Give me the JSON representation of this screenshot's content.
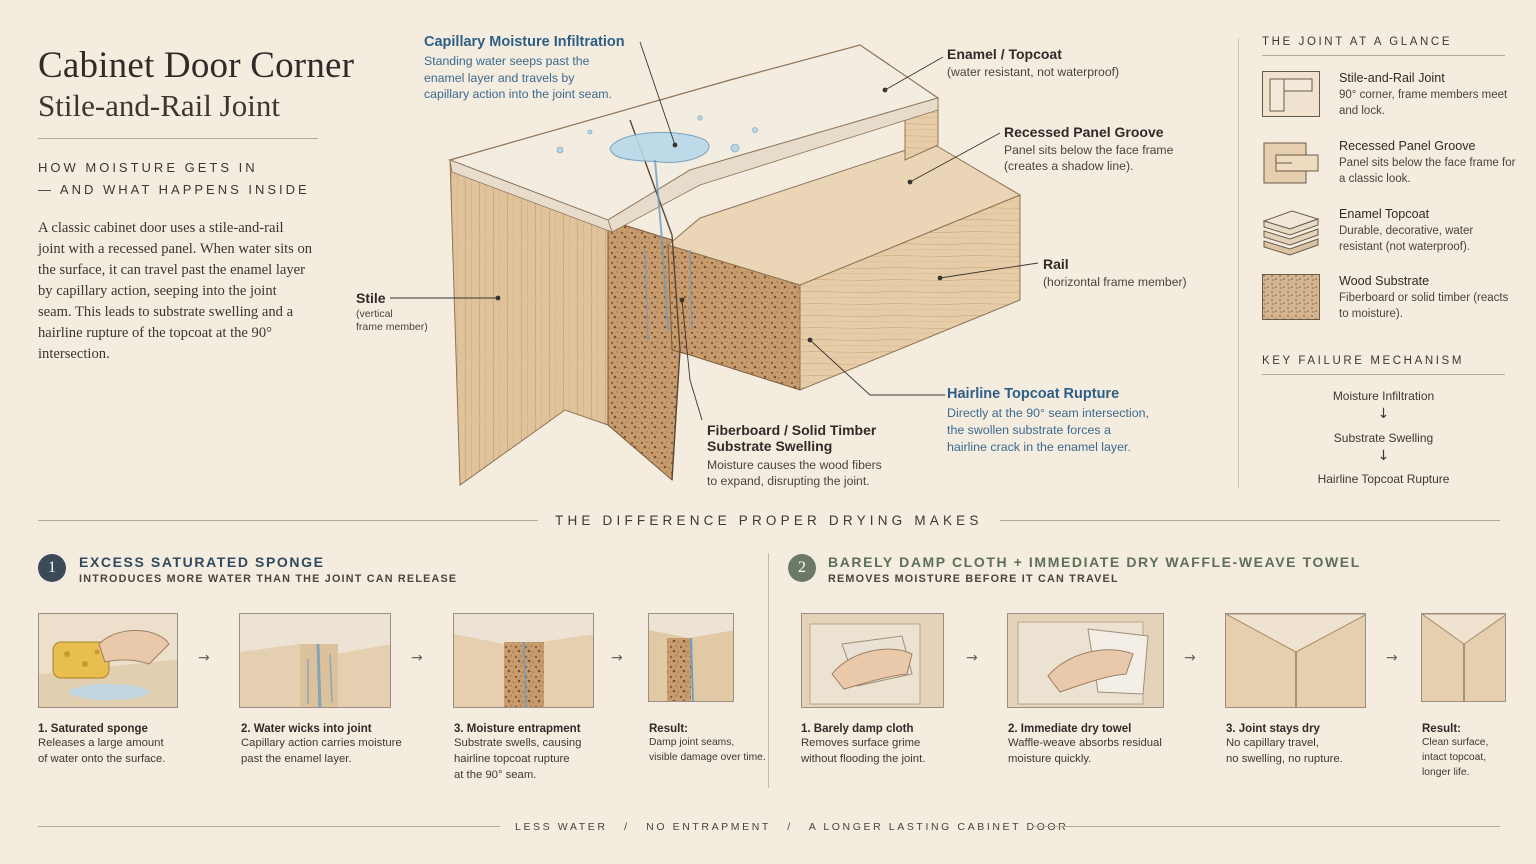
{
  "title": {
    "main": "Cabinet Door Corner",
    "sub": "Stile-and-Rail Joint"
  },
  "kicker": {
    "line1": "HOW MOISTURE GETS IN",
    "line2": "— AND WHAT HAPPENS INSIDE"
  },
  "intro": "A classic cabinet door uses a stile-and-rail joint with a recessed panel. When water sits on the surface, it can travel past the enamel layer by capillary action, seeping into the joint seam. This leads to substrate swelling and a hairline rupture of the topcoat at the 90° intersection.",
  "callouts": {
    "capillary": {
      "title": "Capillary Moisture Infiltration",
      "body": [
        "Standing water seeps past the",
        "enamel layer and travels by",
        "capillary action into the joint seam."
      ]
    },
    "enamel": {
      "title": "Enamel / Topcoat",
      "body": [
        "(water resistant, not waterproof)"
      ]
    },
    "groove": {
      "title": "Recessed Panel Groove",
      "body": [
        "Panel sits below the face frame",
        "(creates a shadow line)."
      ]
    },
    "rail": {
      "title": "Rail",
      "body": [
        "(horizontal frame member)"
      ]
    },
    "stile": {
      "title": "Stile",
      "body": [
        "(vertical",
        "frame member)"
      ]
    },
    "rupture": {
      "title": "Hairline Topcoat Rupture",
      "body": [
        "Directly at the 90° seam intersection,",
        "the swollen substrate forces a",
        "hairline crack in the enamel layer."
      ]
    },
    "substrate": {
      "title_l1": "Fiberboard / Solid Timber",
      "title_l2": "Substrate Swelling",
      "body": [
        "Moisture causes the wood fibers",
        "to expand, disrupting the joint."
      ]
    }
  },
  "glance": {
    "heading": "THE JOINT AT A GLANCE",
    "items": [
      {
        "title": "Stile-and-Rail Joint",
        "body": "90° corner, frame members meet and lock.",
        "icon": "corner-joint-icon"
      },
      {
        "title": "Recessed Panel Groove",
        "body": "Panel sits below the face frame for a classic look.",
        "icon": "groove-icon"
      },
      {
        "title": "Enamel Topcoat",
        "body": "Durable, decorative, water resistant (not waterproof).",
        "icon": "layers-icon"
      },
      {
        "title": "Wood Substrate",
        "body": "Fiberboard or solid timber (reacts to moisture).",
        "icon": "fiberboard-icon"
      }
    ]
  },
  "mechanism": {
    "heading": "KEY FAILURE MECHANISM",
    "steps": [
      "Moisture Infiltration",
      "Substrate Swelling",
      "Hairline Topcoat Rupture"
    ],
    "arrow": "↓"
  },
  "difference_heading": "THE DIFFERENCE PROPER DRYING MAKES",
  "method1": {
    "number": "1",
    "heading": "EXCESS SATURATED SPONGE",
    "sub": "INTRODUCES MORE WATER THAN THE JOINT CAN RELEASE",
    "color": "#3a4a56",
    "panels": [
      {
        "title": "1. Saturated sponge",
        "body": [
          "Releases a large amount",
          "of water onto the surface."
        ]
      },
      {
        "title": "2. Water wicks into joint",
        "body": [
          "Capillary action carries moisture",
          "past the enamel layer."
        ]
      },
      {
        "title": "3. Moisture entrapment",
        "body": [
          "Substrate swells, causing",
          "hairline topcoat rupture",
          "at the 90° seam."
        ]
      },
      {
        "title": "Result:",
        "body": [
          "Damp joint seams,",
          "visible damage over time."
        ]
      }
    ]
  },
  "method2": {
    "number": "2",
    "heading": "BARELY DAMP CLOTH + IMMEDIATE DRY WAFFLE-WEAVE TOWEL",
    "sub": "REMOVES MOISTURE BEFORE IT CAN TRAVEL",
    "color": "#6b7a66",
    "panels": [
      {
        "title": "1. Barely damp cloth",
        "body": [
          "Removes surface grime",
          "without flooding the joint."
        ]
      },
      {
        "title": "2. Immediate dry towel",
        "body": [
          "Waffle-weave absorbs residual",
          "moisture quickly."
        ]
      },
      {
        "title": "3. Joint stays dry",
        "body": [
          "No capillary travel,",
          "no swelling, no rupture."
        ]
      },
      {
        "title": "Result:",
        "body": [
          "Clean surface,",
          "intact topcoat,",
          "longer life."
        ]
      }
    ]
  },
  "step_arrow": "→",
  "footer": "LESS WATER   /   NO ENTRAPMENT   /   A LONGER LASTING CABINET DOOR",
  "colors": {
    "background": "#f4ecdf",
    "accent_blue": "#2d5f86",
    "wood": "#e2c9a5",
    "ink": "#2f2b28"
  }
}
